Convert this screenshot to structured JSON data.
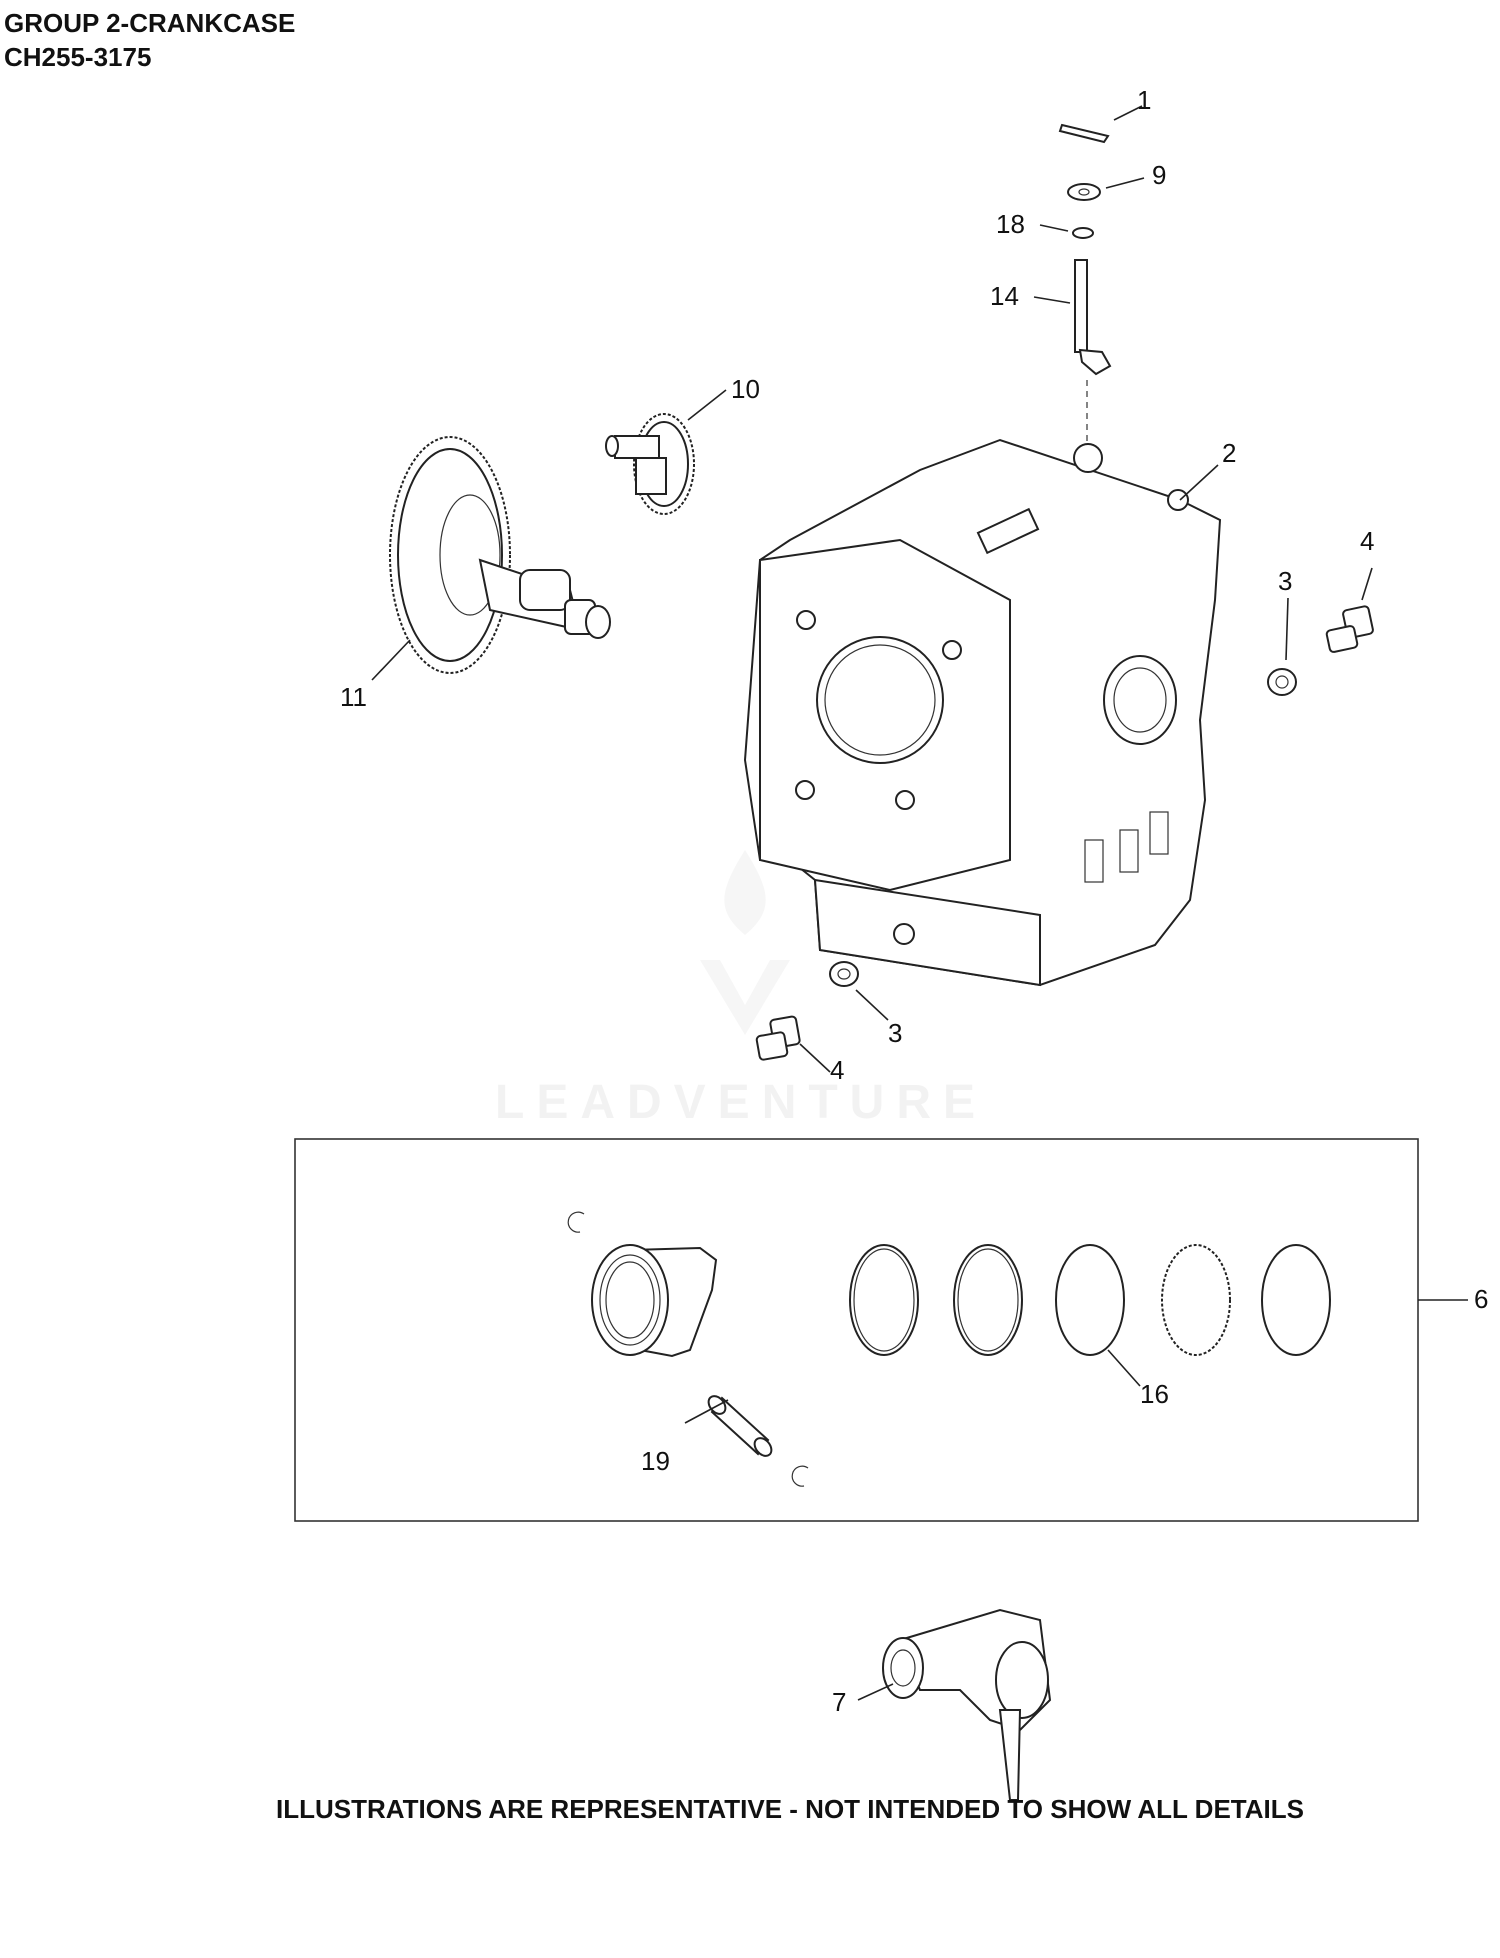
{
  "header": {
    "group_title": "GROUP 2-CRANKCASE",
    "model": "CH255-3175"
  },
  "callouts": {
    "c1": "1",
    "c9": "9",
    "c18": "18",
    "c14": "14",
    "c10": "10",
    "c2": "2",
    "c4a": "4",
    "c3a": "3",
    "c11": "11",
    "c3b": "3",
    "c4b": "4",
    "c6": "6",
    "c16": "16",
    "c19": "19",
    "c7": "7"
  },
  "watermark": {
    "text": "LEADVENTURE"
  },
  "footer": {
    "note": "ILLUSTRATIONS ARE REPRESENTATIVE - NOT INTENDED TO SHOW ALL DETAILS"
  }
}
